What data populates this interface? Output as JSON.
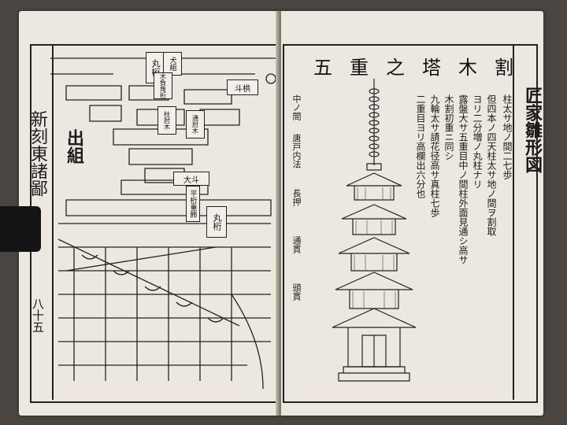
{
  "left_page": {
    "side_title": "新刻東諸鄙",
    "diagram_title": "出組",
    "page_number": "八十五",
    "labels": [
      {
        "id": "maruketa-top",
        "text": "丸桁"
      },
      {
        "id": "inugumi",
        "text": "犬組"
      },
      {
        "id": "kikane",
        "text": "木負角桁"
      },
      {
        "id": "tsukei",
        "text": "斗栱"
      },
      {
        "id": "hashirashi",
        "text": "柱肘木"
      },
      {
        "id": "toohijiki",
        "text": "通肘木"
      },
      {
        "id": "daito",
        "text": "大斗"
      },
      {
        "id": "hirasuigeta",
        "text": "平桁重飾"
      },
      {
        "id": "maruketa-mid",
        "text": "丸桁"
      }
    ]
  },
  "right_page": {
    "title": "五重之塔木割",
    "side_title": "匠家雛形図",
    "column_notes": [
      "柱太サ地ノ間二七歩",
      "但四本ノ四天柱太サ地ノ間ヲ割取",
      "ヨリ二分増ノ丸柱ナリ",
      "露盤大サ五重目中ノ間柱外面見通シ高サ",
      "木割初重ニ同シ",
      "九輪太サ請花径高サ真柱七歩",
      "二重目ヨリ高欄出六分也"
    ],
    "side_notes": [
      "中ノ間",
      "唐戸内法",
      "長押",
      "通貫",
      "頭貫"
    ]
  }
}
